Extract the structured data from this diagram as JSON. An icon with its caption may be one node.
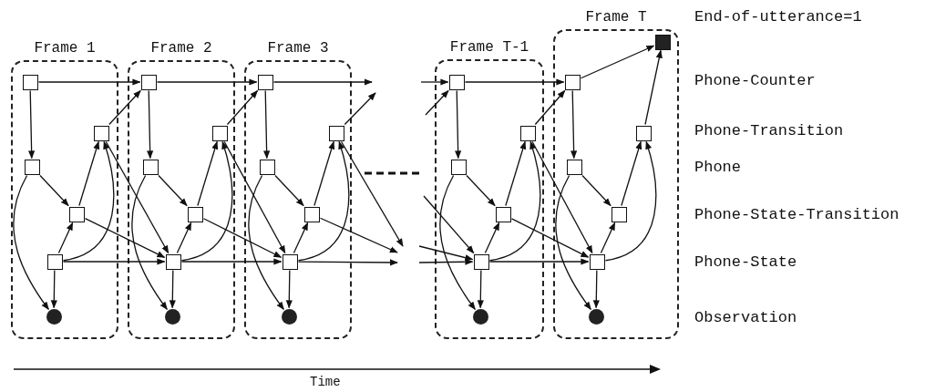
{
  "diagram": {
    "nodes": [
      {
        "text": [
          "Frame 1"
        ]
      },
      {
        "text": [],
        "shape": "box",
        "in": 0
      },
      {
        "text": [],
        "shape": "box",
        "in": 0
      },
      {
        "text": [],
        "shape": "box",
        "in": 0
      },
      {
        "text": [],
        "shape": "box",
        "in": 0
      },
      {
        "text": [],
        "shape": "box",
        "in": 0
      },
      {
        "text": [],
        "shape": "circle",
        "in": 0
      },
      {
        "text": [
          "Frame 2"
        ]
      },
      {
        "text": [],
        "shape": "box",
        "in": 7
      },
      {
        "text": [],
        "shape": "box",
        "in": 7
      },
      {
        "text": [],
        "shape": "box",
        "in": 7
      },
      {
        "text": [],
        "shape": "box",
        "in": 7
      },
      {
        "text": [],
        "shape": "box",
        "in": 7
      },
      {
        "text": [],
        "shape": "circle",
        "in": 7
      },
      {
        "text": [
          "Frame 3"
        ]
      },
      {
        "text": [],
        "shape": "box",
        "in": 14
      },
      {
        "text": [],
        "shape": "box",
        "in": 14
      },
      {
        "text": [],
        "shape": "box",
        "in": 14
      },
      {
        "text": [],
        "shape": "box",
        "in": 14
      },
      {
        "text": [],
        "shape": "box",
        "in": 14
      },
      {
        "text": [],
        "shape": "circle",
        "in": 14
      },
      {
        "text": [
          "Frame T-1"
        ]
      },
      {
        "text": [],
        "shape": "box",
        "in": 21
      },
      {
        "text": [],
        "shape": "box",
        "in": 21
      },
      {
        "text": [],
        "shape": "box",
        "in": 21
      },
      {
        "text": [],
        "shape": "box",
        "in": 21
      },
      {
        "text": [],
        "shape": "box",
        "in": 21
      },
      {
        "text": [],
        "shape": "circle",
        "in": 21
      },
      {
        "text": [
          "Frame T"
        ]
      },
      {
        "text": [],
        "shape": "box",
        "in": 28
      },
      {
        "text": [],
        "shape": "box",
        "in": 28
      },
      {
        "text": [],
        "shape": "box",
        "in": 28
      },
      {
        "text": [],
        "shape": "box",
        "in": 28
      },
      {
        "text": [],
        "shape": "box",
        "in": 28
      },
      {
        "text": [],
        "shape": "box",
        "in": 28
      },
      {
        "text": [],
        "shape": "circle",
        "in": 28
      }
    ],
    "edges": [
      {
        "from": 1,
        "to": 3,
        "arrow": "to"
      },
      {
        "from": 3,
        "to": 4,
        "arrow": "to"
      },
      {
        "from": 3,
        "to": 6,
        "arrow": "to"
      },
      {
        "from": 4,
        "to": 2,
        "arrow": "to"
      },
      {
        "from": 5,
        "to": 4,
        "arrow": "to"
      },
      {
        "from": 5,
        "to": 2,
        "arrow": "to"
      },
      {
        "from": 5,
        "to": 6,
        "arrow": "to"
      },
      {
        "from": 1,
        "to": 8,
        "arrow": "to"
      },
      {
        "from": 2,
        "to": 8,
        "arrow": "to"
      },
      {
        "from": 2,
        "to": 12,
        "arrow": "to"
      },
      {
        "from": 4,
        "to": 12,
        "arrow": "to"
      },
      {
        "from": 5,
        "to": 12,
        "arrow": "to"
      },
      {
        "from": 8,
        "to": 10,
        "arrow": "to"
      },
      {
        "from": 10,
        "to": 11,
        "arrow": "to"
      },
      {
        "from": 10,
        "to": 13,
        "arrow": "to"
      },
      {
        "from": 11,
        "to": 9,
        "arrow": "to"
      },
      {
        "from": 12,
        "to": 11,
        "arrow": "to"
      },
      {
        "from": 12,
        "to": 9,
        "arrow": "to"
      },
      {
        "from": 12,
        "to": 13,
        "arrow": "to"
      },
      {
        "from": 8,
        "to": 15,
        "arrow": "to"
      },
      {
        "from": 9,
        "to": 15,
        "arrow": "to"
      },
      {
        "from": 9,
        "to": 19,
        "arrow": "to"
      },
      {
        "from": 11,
        "to": 19,
        "arrow": "to"
      },
      {
        "from": 12,
        "to": 19,
        "arrow": "to"
      },
      {
        "from": 15,
        "to": 17,
        "arrow": "to"
      },
      {
        "from": 17,
        "to": 18,
        "arrow": "to"
      },
      {
        "from": 17,
        "to": 20,
        "arrow": "to"
      },
      {
        "from": 18,
        "to": 16,
        "arrow": "to"
      },
      {
        "from": 19,
        "to": 18,
        "arrow": "to"
      },
      {
        "from": 19,
        "to": 16,
        "arrow": "to"
      },
      {
        "from": 19,
        "to": 20,
        "arrow": "to"
      },
      {
        "from": 15,
        "to": null,
        "arrow": "to"
      },
      {
        "from": 16,
        "to": null,
        "arrow": "to"
      },
      {
        "from": 16,
        "to": null,
        "arrow": "to"
      },
      {
        "from": 18,
        "to": null,
        "arrow": "to"
      },
      {
        "from": 19,
        "to": null,
        "arrow": "to"
      },
      {
        "from": null,
        "to": 22,
        "arrow": "to"
      },
      {
        "from": null,
        "to": 22,
        "arrow": "to"
      },
      {
        "from": null,
        "to": 26,
        "arrow": "to"
      },
      {
        "from": null,
        "to": 26,
        "arrow": "to"
      },
      {
        "from": null,
        "to": 26,
        "arrow": "to"
      },
      {
        "from": 22,
        "to": 24,
        "arrow": "to"
      },
      {
        "from": 24,
        "to": 25,
        "arrow": "to"
      },
      {
        "from": 24,
        "to": 27,
        "arrow": "to"
      },
      {
        "from": 25,
        "to": 23,
        "arrow": "to"
      },
      {
        "from": 26,
        "to": 25,
        "arrow": "to"
      },
      {
        "from": 26,
        "to": 23,
        "arrow": "to"
      },
      {
        "from": 26,
        "to": 27,
        "arrow": "to"
      },
      {
        "from": 22,
        "to": 30,
        "arrow": "to"
      },
      {
        "from": 23,
        "to": 30,
        "arrow": "to"
      },
      {
        "from": 23,
        "to": 34,
        "arrow": "to"
      },
      {
        "from": 25,
        "to": 34,
        "arrow": "to"
      },
      {
        "from": 26,
        "to": 34,
        "arrow": "to"
      },
      {
        "from": 30,
        "to": 32,
        "arrow": "to"
      },
      {
        "from": 32,
        "to": 33,
        "arrow": "to"
      },
      {
        "from": 32,
        "to": 35,
        "arrow": "to"
      },
      {
        "from": 33,
        "to": 31,
        "arrow": "to"
      },
      {
        "from": 34,
        "to": 33,
        "arrow": "to"
      },
      {
        "from": 34,
        "to": 31,
        "arrow": "to"
      },
      {
        "from": 34,
        "to": 35,
        "arrow": "to"
      },
      {
        "from": 30,
        "to": 29,
        "arrow": "to"
      },
      {
        "from": 31,
        "to": 29,
        "arrow": "to"
      }
    ],
    "labels": [
      "End-of-utterance=1",
      "Phone-Counter",
      "Phone-Transition",
      "Phone",
      "Phone-State-Transition",
      "Phone-State",
      "Observation",
      "Time"
    ]
  }
}
